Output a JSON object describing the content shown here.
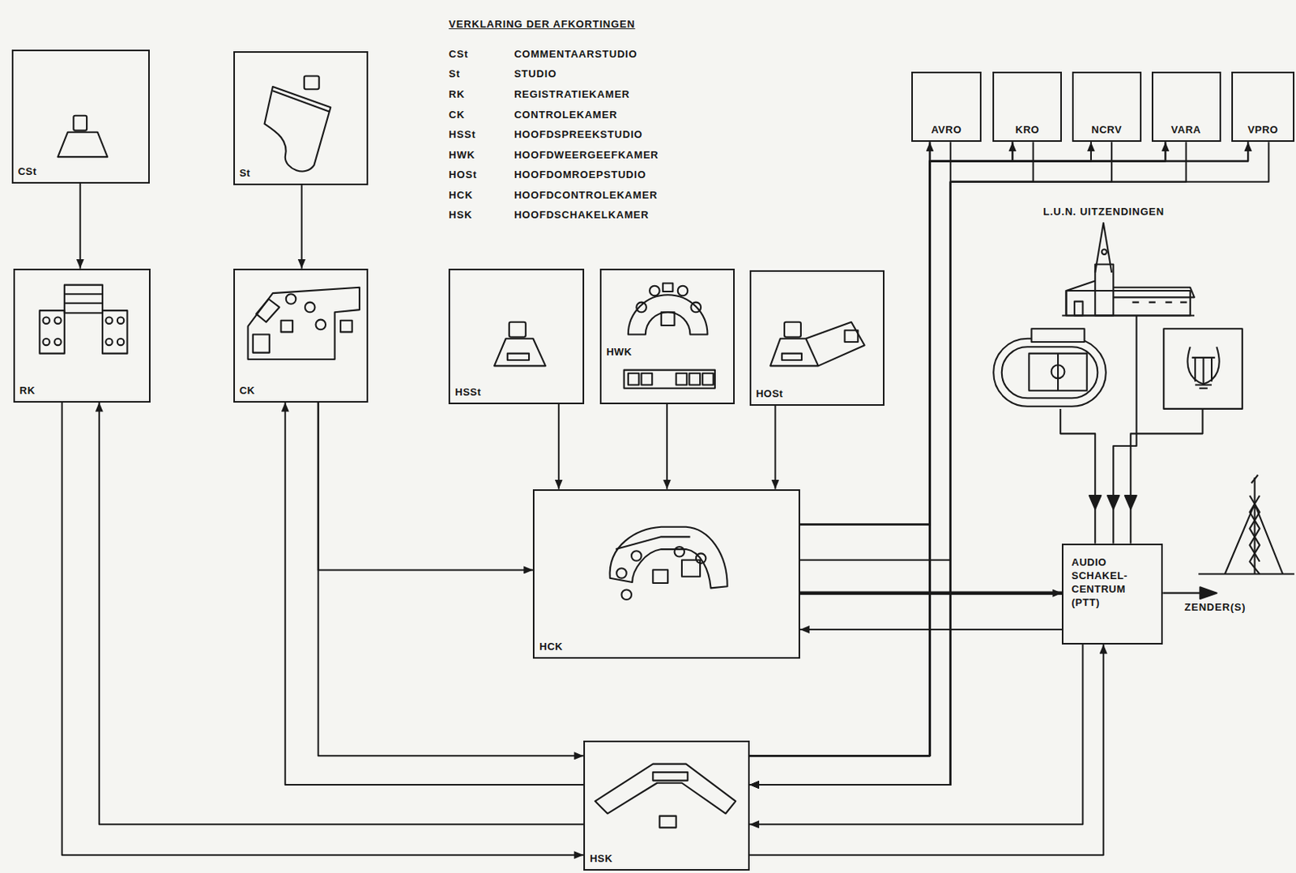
{
  "diagram": {
    "nodes": [
      {
        "text": [
          "CSt"
        ]
      },
      {
        "text": [
          "St"
        ]
      },
      {
        "text": [
          "RK"
        ]
      },
      {
        "text": [
          "CK"
        ]
      },
      {
        "text": [
          "HSSt"
        ]
      },
      {
        "text": [
          "HWK"
        ]
      },
      {
        "text": [
          "HOSt"
        ]
      },
      {
        "text": [
          "HCK"
        ]
      },
      {
        "text": [
          "HSK"
        ]
      },
      {
        "text": [
          "AVRO"
        ]
      },
      {
        "text": [
          "KRO"
        ]
      },
      {
        "text": [
          "NCRV"
        ]
      },
      {
        "text": [
          "VARA"
        ]
      },
      {
        "text": [
          "VPRO"
        ]
      },
      {
        "text": [
          "AUDIO SCHAKEL- CENTRUM (PTT)"
        ]
      }
    ],
    "edges": [
      {
        "from": 0,
        "to": 2,
        "arrow": "to"
      },
      {
        "from": 1,
        "to": 3,
        "arrow": "to"
      },
      {
        "from": 4,
        "to": 7,
        "arrow": "to"
      },
      {
        "from": 5,
        "to": 7,
        "arrow": "to"
      },
      {
        "from": 6,
        "to": 7,
        "arrow": "to"
      },
      {
        "from": 3,
        "to": 7,
        "arrow": "to"
      },
      {
        "from": 3,
        "to": 8,
        "arrow": "to"
      },
      {
        "from": 8,
        "to": 3,
        "arrow": "to"
      },
      {
        "from": 2,
        "to": 8,
        "arrow": "to"
      },
      {
        "from": 8,
        "to": 2,
        "arrow": "to"
      },
      {
        "from": 8,
        "to": 14,
        "arrow": "to"
      },
      {
        "from": 14,
        "to": 8,
        "arrow": "to"
      },
      {
        "from": 7,
        "to": 14,
        "arrow": "to"
      },
      {
        "from": 14,
        "to": 7,
        "arrow": "to"
      },
      {
        "from": 8,
        "to": 9,
        "arrow": "to"
      },
      {
        "from": 8,
        "to": 10,
        "arrow": "to"
      },
      {
        "from": 8,
        "to": 11,
        "arrow": "to"
      },
      {
        "from": 8,
        "to": 12,
        "arrow": "to"
      },
      {
        "from": 8,
        "to": 13,
        "arrow": "to"
      },
      {
        "from": 9,
        "to": 8,
        "arrow": "to"
      },
      {
        "from": 10,
        "to": 8,
        "arrow": "to"
      },
      {
        "from": 11,
        "to": 8,
        "arrow": "to"
      },
      {
        "from": 12,
        "to": 8,
        "arrow": "to"
      },
      {
        "from": 13,
        "to": 8,
        "arrow": "to"
      },
      {
        "from": 7,
        "to": 9,
        "arrow": "none"
      },
      {
        "from": 7,
        "to": 10,
        "arrow": "none"
      },
      {
        "from": 7,
        "to": 11,
        "arrow": "none"
      },
      {
        "from": 7,
        "to": 12,
        "arrow": "none"
      },
      {
        "from": 7,
        "to": 13,
        "arrow": "none"
      }
    ],
    "labels": [
      "VERKLARING DER AFKORTINGEN",
      "CSt",
      "COMMENTAARSTUDIO",
      "St",
      "STUDIO",
      "RK",
      "REGISTRATIEKAMER",
      "CK",
      "CONTROLEKAMER",
      "HSSt",
      "HOOFDSPREEKSTUDIO",
      "HWK",
      "HOOFDWEERGEEFKAMER",
      "HOSt",
      "HOOFDOMROEPSTUDIO",
      "HCK",
      "HOOFDCONTROLEKAMER",
      "HSK",
      "HOOFDSCHAKELKAMER",
      "L.U.N. UITZENDINGEN",
      "ZENDER(S)"
    ]
  }
}
